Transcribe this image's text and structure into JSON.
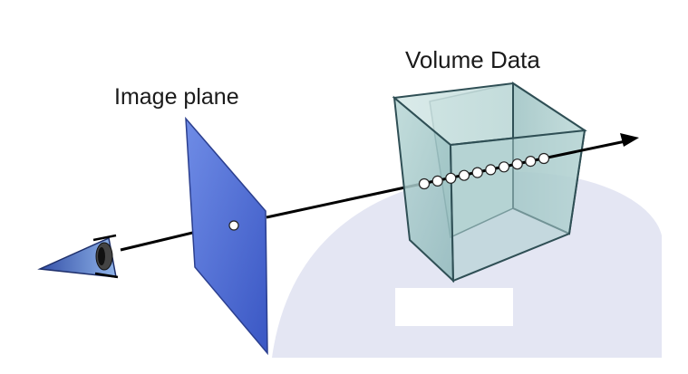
{
  "labels": {
    "image_plane": "Image plane",
    "volume_data": "Volume Data"
  },
  "colors": {
    "image_plane_fill": "#4f6fd8",
    "volume_face": "#a9cccc",
    "volume_edge": "#2f4f55",
    "ground_shadow": "#e4e6f3",
    "ray": "#000000",
    "eye": "#3f5aa8",
    "sample_point": "#ffffff"
  },
  "icons": {
    "viewer": "eye-icon"
  },
  "sample_points_in_volume": 10
}
